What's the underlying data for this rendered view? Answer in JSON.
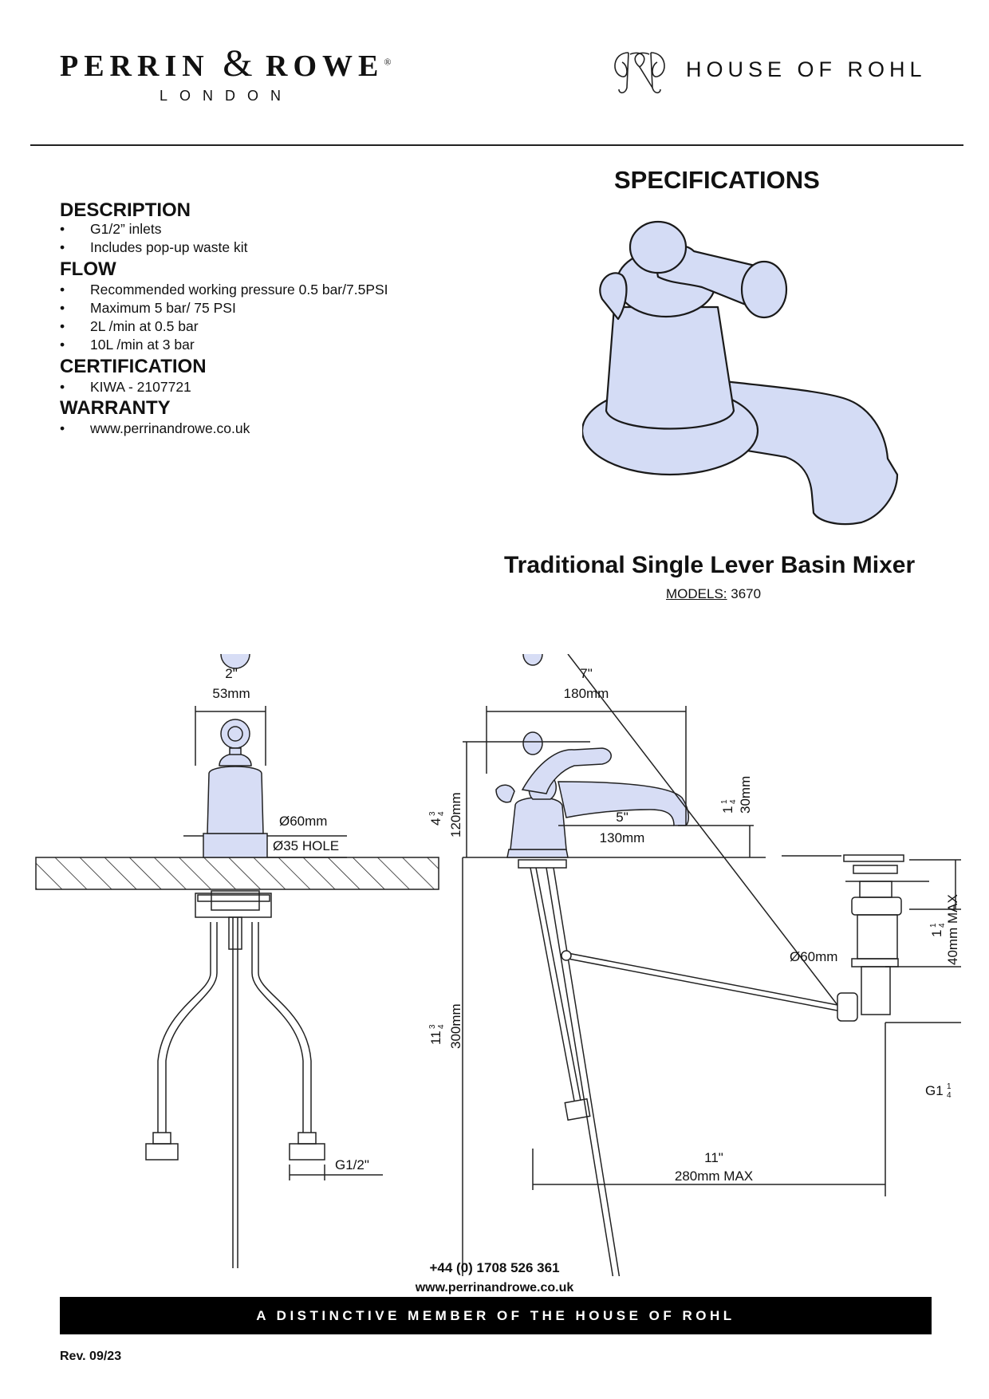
{
  "header": {
    "brand_left": "PERRIN",
    "brand_left_amp": "&",
    "brand_left_2": "ROWE",
    "brand_left_reg": "®",
    "brand_left_sub": "LONDON",
    "brand_right": "HOUSE OF ROHL"
  },
  "page_title": "SPECIFICATIONS",
  "sections": [
    {
      "heading": "DESCRIPTION",
      "items": [
        "G1/2” inlets",
        "Includes pop-up waste kit"
      ]
    },
    {
      "heading": "FLOW",
      "items": [
        "Recommended working pressure 0.5 bar/7.5PSI",
        "Maximum 5 bar/ 75 PSI",
        "2L /min at 0.5 bar",
        "10L /min at 3 bar"
      ]
    },
    {
      "heading": "CERTIFICATION",
      "items": [
        "KIWA - 2107721"
      ]
    },
    {
      "heading": "WARRANTY",
      "items": [
        "www.perrinandrowe.co.uk"
      ]
    }
  ],
  "bullet_char": "•",
  "product": {
    "title": "Traditional Single Lever Basin Mixer",
    "models_label": "MODELS:",
    "models_value": "3670"
  },
  "drawing": {
    "front_width_in": "2\"",
    "front_width_mm": "53mm",
    "base_dia": "Ø60mm",
    "hole_dia": "Ø35 HOLE",
    "inlet": "G1/2\"",
    "side_width_in": "7\"",
    "side_width_mm": "180mm",
    "height_in": "4",
    "height_frac_n": "3",
    "height_frac_d": "4",
    "height_mm": "120mm",
    "spout_h_in": "1",
    "spout_h_frac_n": "1",
    "spout_h_frac_d": "4",
    "spout_h_mm": "30mm",
    "reach_in": "5\"",
    "reach_mm": "130mm",
    "below_in": "11",
    "below_frac_n": "3",
    "below_frac_d": "4",
    "below_mm": "300mm",
    "waste_dia": "Ø60mm",
    "waste_h_in": "1",
    "waste_h_frac_n": "1",
    "waste_h_frac_d": "4",
    "waste_h_mm": "40mm MAX",
    "waste_thread": "G1",
    "waste_thread_n": "1",
    "waste_thread_d": "4",
    "rod_in": "11\"",
    "rod_mm": "280mm MAX"
  },
  "contact": {
    "phone": "+44 (0) 1708 526 361",
    "website": "www.perrinandrowe.co.uk"
  },
  "footer_bar": "A DISTINCTIVE MEMBER OF THE HOUSE OF ROHL",
  "revision": "Rev. 09/23",
  "colors": {
    "render_fill": "#d4dcf5",
    "drawing_fill": "#d7ddf5",
    "bar": "#000000"
  }
}
